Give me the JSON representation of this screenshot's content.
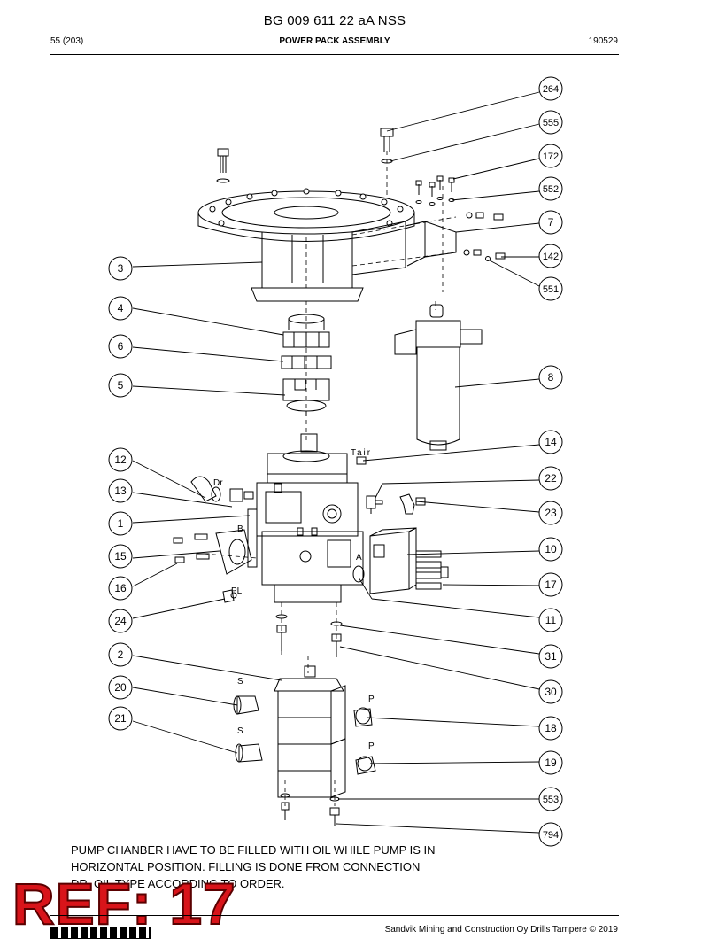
{
  "header": {
    "doc_number": "BG 009 611 22 aA NSS",
    "page": "55 (203)",
    "title": "POWER PACK ASSEMBLY",
    "date": "190529"
  },
  "callouts": [
    "264",
    "555",
    "172",
    "552",
    "7",
    "142",
    "551",
    "8",
    "14",
    "22",
    "23",
    "10",
    "17",
    "11",
    "31",
    "30",
    "18",
    "19",
    "553",
    "794",
    "3",
    "4",
    "6",
    "5",
    "12",
    "13",
    "1",
    "15",
    "16",
    "24",
    "2",
    "20",
    "21"
  ],
  "port_labels": {
    "tair": "Tair",
    "dr": "Dr",
    "b": "B",
    "a": "A",
    "pl": "PL",
    "s1": "S",
    "p1": "P",
    "s2": "S",
    "p2": "P"
  },
  "note": {
    "line1": "PUMP CHANBER HAVE TO BE FILLED WITH OIL WHILE PUMP IS IN",
    "line2": "HORIZONTAL POSITION. FILLING IS DONE FROM CONNECTION",
    "line3": "DR. OIL TYPE ACCORDING TO ORDER."
  },
  "stamp": {
    "text": "REF: 17",
    "color": "#d8141a"
  },
  "footer": {
    "text": "Sandvik Mining and Construction Oy Drills Tampere © 2019"
  }
}
